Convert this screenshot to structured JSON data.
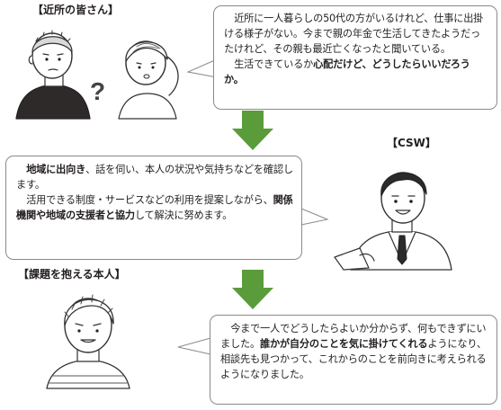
{
  "labels": {
    "neighbors": "【近所の皆さん】",
    "csw": "【CSW】",
    "person": "【課題を抱える本人】"
  },
  "bubble1": {
    "p1": "近所に一人暮らしの50代の方がいるけれど、仕事に出掛ける様子がない。今まで親の年金で生活してきたようだったけれど、その親も最近亡くなったと聞いている。",
    "p2_plain": "生活できているか",
    "p2_bold": "心配だけど、どうしたらいいだろうか。"
  },
  "bubble2": {
    "p1_bold": "地域に出向き",
    "p1_plain": "、話を伺い、本人の状況や気持ちなどを確認します。",
    "p2_plain_a": "活用できる制度・サービスなどの利用を提案しながら、",
    "p2_bold": "関係機関や地域の支援者と協力",
    "p2_plain_b": "して解決に努めます。"
  },
  "bubble3": {
    "plain_a": "今まで一人でどうしたらよいか分からず、何もできずにいました。",
    "bold": "誰かが自分のことを気に掛けてくれる",
    "plain_b": "ようになり、相談先も見つかって、これからのことを前向きに考えられるようになりました。"
  },
  "question_mark": "?",
  "colors": {
    "arrow": "#5a9b3a",
    "border": "#8a8a8a",
    "text": "#231f20"
  },
  "icons": [
    "neighbor-man-illustration",
    "neighbor-woman-illustration",
    "csw-man-illustration",
    "person-illustration"
  ]
}
